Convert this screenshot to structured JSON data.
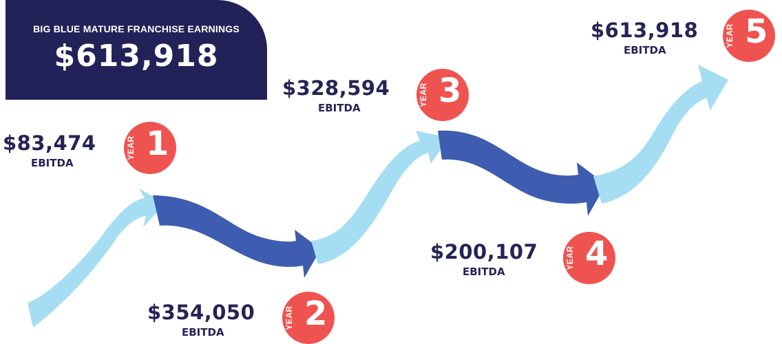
{
  "banner": {
    "subtitle": "BIG BLUE MATURE FRANCHISE EARNINGS",
    "value": "$613,918"
  },
  "colors": {
    "navy": "#232258",
    "light_arrow": "#a5def2",
    "dark_arrow": "#3e5db0",
    "badge": "#ef5350"
  },
  "years": [
    {
      "year_label": "YEAR",
      "number": "1",
      "amount": "$83,474",
      "metric": "EBITDA"
    },
    {
      "year_label": "YEAR",
      "number": "2",
      "amount": "$354,050",
      "metric": "EBITDA"
    },
    {
      "year_label": "YEAR",
      "number": "3",
      "amount": "$328,594",
      "metric": "EBITDA"
    },
    {
      "year_label": "YEAR",
      "number": "4",
      "amount": "$200,107",
      "metric": "EBITDA"
    },
    {
      "year_label": "YEAR",
      "number": "5",
      "amount": "$613,918",
      "metric": "EBITDA"
    }
  ]
}
